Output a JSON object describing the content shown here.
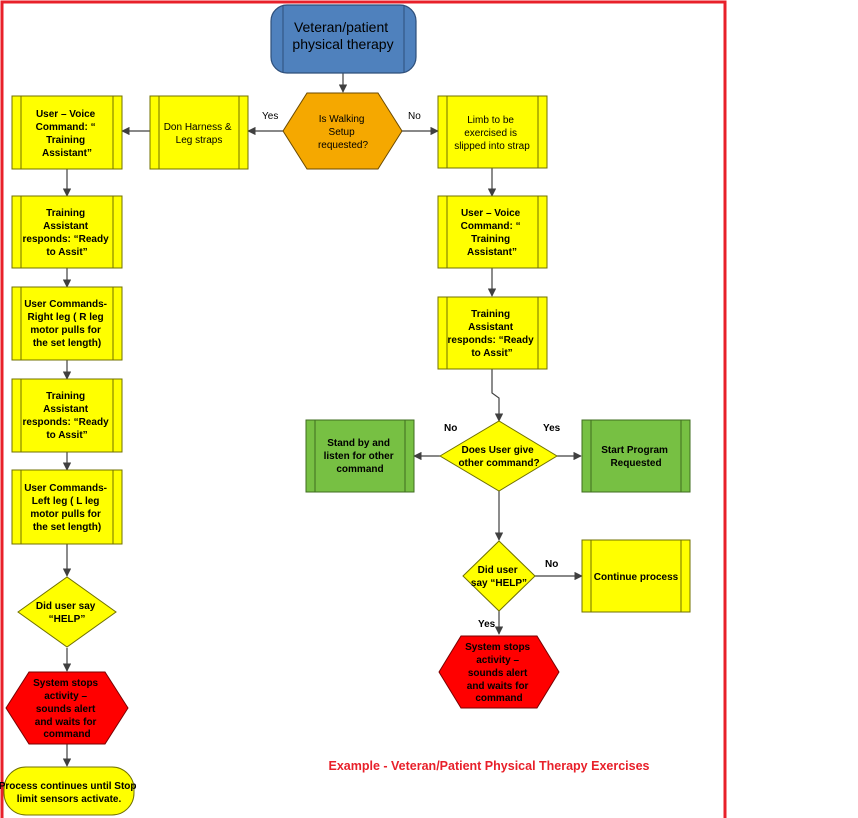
{
  "colors": {
    "frame": "#e8202a",
    "process_yellow": "#ffff00",
    "process_green": "#77c043",
    "decision_yellow": "#ffff00",
    "decision_orange": "#f5a800",
    "stop_red": "#ff0000",
    "start_blue": "#4f81bd",
    "caption": "#e8202a"
  },
  "start": {
    "lines": [
      "Veteran/patient",
      "physical therapy"
    ]
  },
  "decision_walking": {
    "lines": [
      "Is Walking",
      "Setup",
      "requested?"
    ]
  },
  "label_yes_1": "Yes",
  "label_no_1": "No",
  "left_branch": {
    "harness": {
      "lines": [
        "Don Harness &",
        "Leg straps"
      ]
    },
    "voice": {
      "lines": [
        "User – Voice",
        "Command: “",
        "Training",
        "Assistant”"
      ]
    },
    "ready1": {
      "lines": [
        "Training",
        "Assistant",
        "responds: “Ready",
        "to Assit”"
      ]
    },
    "right_leg": {
      "lines": [
        "User Commands-",
        "Right leg ( R leg",
        "motor pulls for",
        "the set length)"
      ]
    },
    "ready2": {
      "lines": [
        "Training",
        "Assistant",
        "responds: “Ready",
        "to Assit”"
      ]
    },
    "left_leg": {
      "lines": [
        "User Commands-",
        "Left  leg ( L leg",
        "motor pulls for",
        "the set length)"
      ]
    },
    "help": {
      "lines": [
        "Did user say",
        "“HELP”"
      ]
    },
    "stop": {
      "lines": [
        "System stops",
        "activity –",
        "sounds alert",
        "and waits for",
        "command"
      ]
    },
    "continue": {
      "lines": [
        "Process continues until Stop",
        "limit sensors activate."
      ]
    }
  },
  "right_branch": {
    "limb": {
      "lines": [
        "Limb to be",
        "exercised is",
        "slipped into strap"
      ]
    },
    "voice": {
      "lines": [
        "User – Voice",
        "Command: “",
        "Training",
        "Assistant”"
      ]
    },
    "ready": {
      "lines": [
        "Training",
        "Assistant",
        "responds: “Ready",
        "to Assit”"
      ]
    },
    "other_cmd": {
      "lines": [
        "Does User give",
        "other command?"
      ]
    },
    "label_no": "No",
    "label_yes": "Yes",
    "standby": {
      "lines": [
        "Stand by and",
        "listen for other",
        "command"
      ]
    },
    "start_program": {
      "lines": [
        "Start Program",
        "Requested"
      ]
    },
    "help": {
      "lines": [
        "Did user",
        "say “HELP”"
      ]
    },
    "label_help_no": "No",
    "label_help_yes": "Yes",
    "continue": {
      "lines": [
        "Continue process"
      ]
    },
    "stop": {
      "lines": [
        "System stops",
        "activity –",
        "sounds alert",
        "and waits for",
        "command"
      ]
    }
  },
  "caption": "Example - Veteran/Patient Physical Therapy Exercises"
}
